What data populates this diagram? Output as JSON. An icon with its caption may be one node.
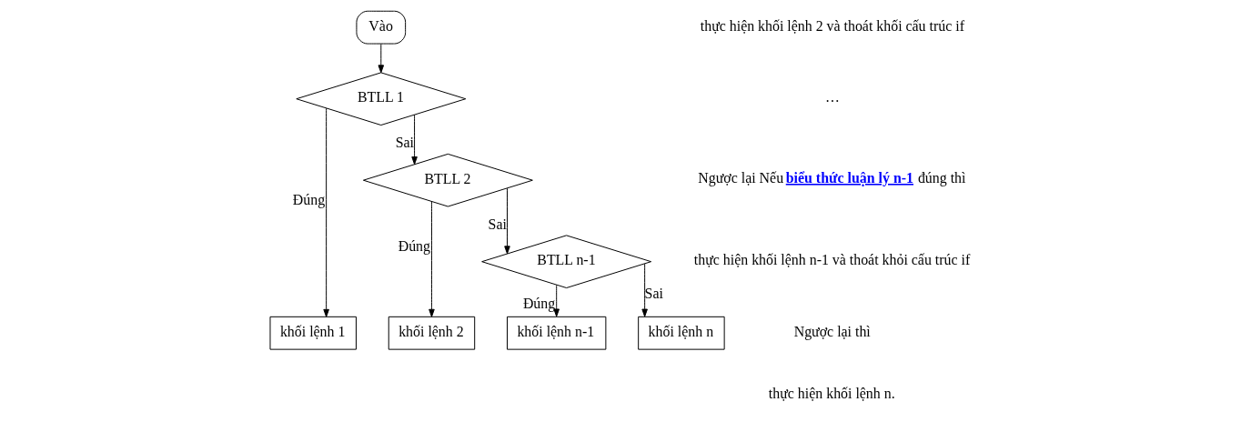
{
  "diagram": {
    "nodes": [
      {
        "text": [
          "Vào"
        ]
      },
      {
        "text": [
          "BTLL 1"
        ]
      },
      {
        "text": [
          "BTLL 2"
        ]
      },
      {
        "text": [
          "BTLL n-1"
        ]
      },
      {
        "text": [
          "khối lệnh 1"
        ]
      },
      {
        "text": [
          "khối lệnh 2"
        ]
      },
      {
        "text": [
          "khối lệnh n-1"
        ]
      },
      {
        "text": [
          "khối lệnh n"
        ]
      }
    ],
    "edges": [
      {
        "from": 0,
        "to": 1,
        "arrow": "to"
      },
      {
        "from": 1,
        "to": 2,
        "arrow": "to",
        "label": "Sai"
      },
      {
        "from": 1,
        "to": 4,
        "arrow": "to",
        "label": "Đúng"
      },
      {
        "from": 2,
        "to": 3,
        "arrow": "to",
        "label": "Sai"
      },
      {
        "from": 2,
        "to": 5,
        "arrow": "to",
        "label": "Đúng"
      },
      {
        "from": 3,
        "to": 6,
        "arrow": "to",
        "label": "Đúng"
      },
      {
        "from": 3,
        "to": 7,
        "arrow": "to",
        "label": "Sai"
      }
    ],
    "labels": [
      "thực hiện khối lệnh 2 và thoát khối cấu trúc if",
      "…",
      "Ngược lại Nếu **biểu thức luận lý n-1** đúng thì",
      "thực hiện khối lệnh n-1 và thoát khỏi cấu trúc if",
      "Ngược lại thì",
      "thực hiện khối lệnh n."
    ]
  }
}
